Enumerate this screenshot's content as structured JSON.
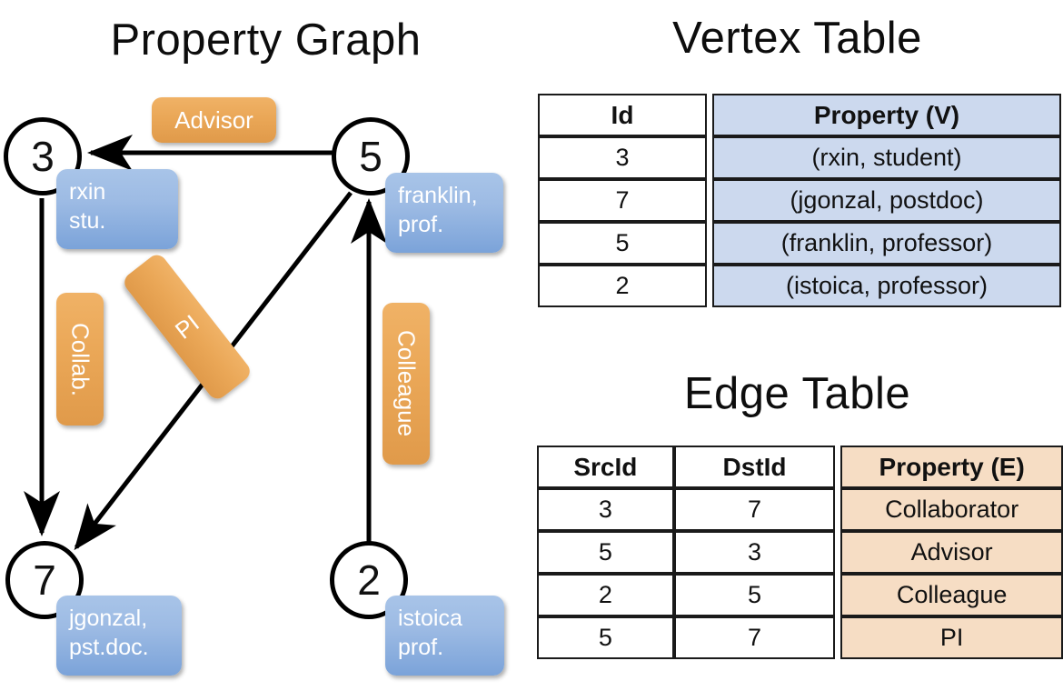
{
  "titles": {
    "property_graph": "Property Graph",
    "vertex_table": "Vertex Table",
    "edge_table": "Edge Table"
  },
  "colors": {
    "vertex_property_fill": "#ccd9ee",
    "edge_property_fill": "#f6ddc4",
    "node_callout": "#9dbbe4",
    "edge_callout": "#eaa757",
    "stroke": "#000000"
  },
  "graph": {
    "nodes": [
      {
        "id": "3",
        "property_lines": [
          "rxin",
          "stu."
        ]
      },
      {
        "id": "5",
        "property_lines": [
          "franklin,",
          "prof."
        ]
      },
      {
        "id": "7",
        "property_lines": [
          "jgonzal,",
          "pst.doc."
        ]
      },
      {
        "id": "2",
        "property_lines": [
          "istoica",
          "prof."
        ]
      }
    ],
    "edge_labels": [
      {
        "name": "advisor",
        "text": "Advisor",
        "orientation": "horizontal"
      },
      {
        "name": "collaborator",
        "text": "Collab.",
        "orientation": "vertical"
      },
      {
        "name": "pi",
        "text": "PI",
        "orientation": "vertical-rotated"
      },
      {
        "name": "colleague",
        "text": "Colleague",
        "orientation": "vertical"
      }
    ]
  },
  "vertex_table": {
    "headers": [
      "Id",
      "Property (V)"
    ],
    "rows": [
      {
        "id": "3",
        "property": "(rxin, student)"
      },
      {
        "id": "7",
        "property": "(jgonzal, postdoc)"
      },
      {
        "id": "5",
        "property": "(franklin, professor)"
      },
      {
        "id": "2",
        "property": "(istoica, professor)"
      }
    ]
  },
  "edge_table": {
    "headers": [
      "SrcId",
      "DstId",
      "Property (E)"
    ],
    "rows": [
      {
        "src": "3",
        "dst": "7",
        "property": "Collaborator"
      },
      {
        "src": "5",
        "dst": "3",
        "property": "Advisor"
      },
      {
        "src": "2",
        "dst": "5",
        "property": "Colleague"
      },
      {
        "src": "5",
        "dst": "7",
        "property": "PI"
      }
    ]
  }
}
